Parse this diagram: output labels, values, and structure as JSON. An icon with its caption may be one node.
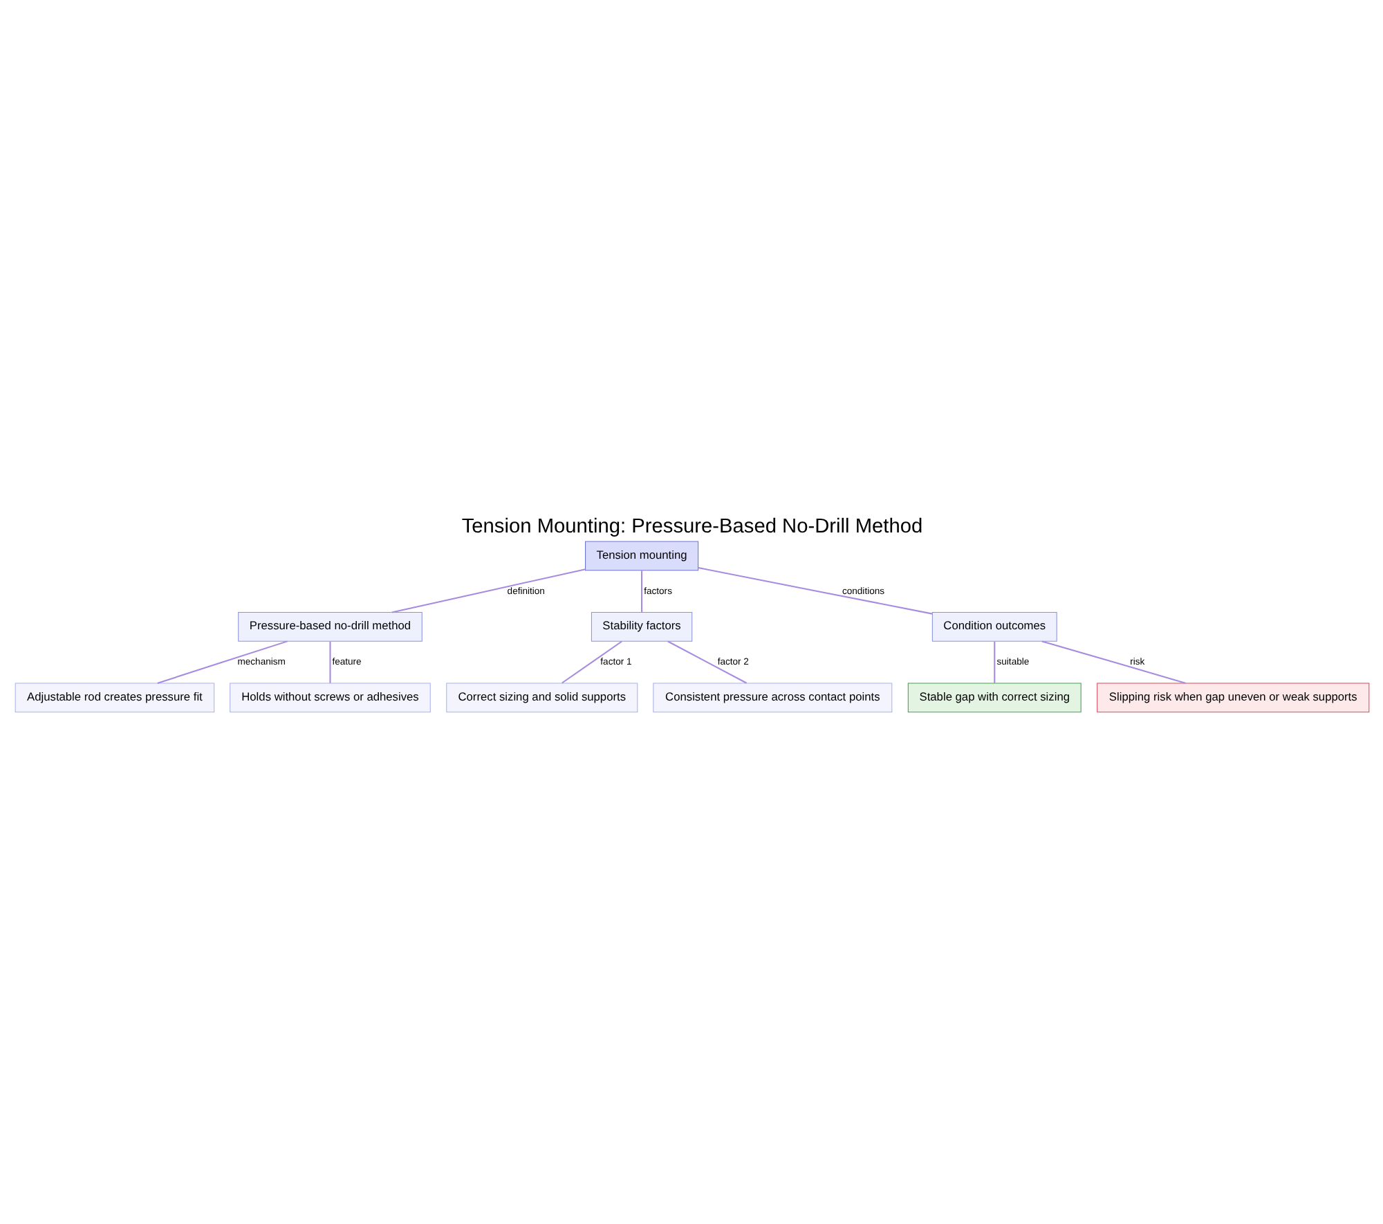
{
  "diagram": {
    "title": "Tension Mounting: Pressure-Based No-Drill Method",
    "nodes": [
      {
        "text": [
          "Tension mounting"
        ]
      },
      {
        "text": [
          "Pressure-based no-drill method"
        ]
      },
      {
        "text": [
          "Stability factors"
        ]
      },
      {
        "text": [
          "Condition outcomes"
        ]
      },
      {
        "text": [
          "Adjustable rod creates pressure fit"
        ]
      },
      {
        "text": [
          "Holds without screws or adhesives"
        ]
      },
      {
        "text": [
          "Correct sizing and solid supports"
        ]
      },
      {
        "text": [
          "Consistent pressure across contact points"
        ]
      },
      {
        "text": [
          "Stable gap with correct sizing"
        ]
      },
      {
        "text": [
          "Slipping risk when gap uneven or weak supports"
        ]
      }
    ],
    "edges": [
      {
        "from": 0,
        "to": 1,
        "arrow": "none",
        "label": "definition"
      },
      {
        "from": 0,
        "to": 2,
        "arrow": "none",
        "label": "factors"
      },
      {
        "from": 0,
        "to": 3,
        "arrow": "none",
        "label": "conditions"
      },
      {
        "from": 1,
        "to": 4,
        "arrow": "none",
        "label": "mechanism"
      },
      {
        "from": 1,
        "to": 5,
        "arrow": "none",
        "label": "feature"
      },
      {
        "from": 2,
        "to": 6,
        "arrow": "none",
        "label": "factor 1"
      },
      {
        "from": 2,
        "to": 7,
        "arrow": "none",
        "label": "factor 2"
      },
      {
        "from": 3,
        "to": 8,
        "arrow": "none",
        "label": "suitable"
      },
      {
        "from": 3,
        "to": 9,
        "arrow": "none",
        "label": "risk"
      }
    ]
  }
}
